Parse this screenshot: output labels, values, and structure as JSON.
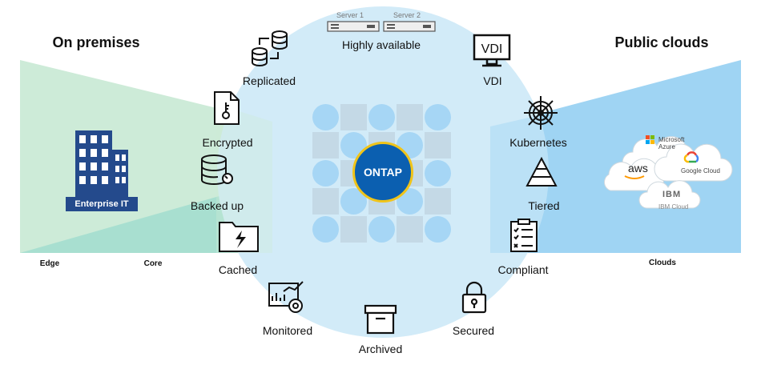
{
  "titles": {
    "on_premises": "On premises",
    "public_clouds": "Public clouds"
  },
  "zones": {
    "edge": "Edge",
    "core": "Core",
    "clouds": "Clouds"
  },
  "center": {
    "label": "ONTAP"
  },
  "enterprise": {
    "label": "Enterprise IT"
  },
  "servers": {
    "server1": "Server 1",
    "server2": "Server 2"
  },
  "features": {
    "highly_available": "Highly available",
    "replicated": "Replicated",
    "vdi": "VDI",
    "vdi_screen": "VDI",
    "encrypted": "Encrypted",
    "kubernetes": "Kubernetes",
    "backed_up": "Backed up",
    "tiered": "Tiered",
    "cached": "Cached",
    "compliant": "Compliant",
    "monitored": "Monitored",
    "secured": "Secured",
    "archived": "Archived"
  },
  "clouds": {
    "microsoft": "Microsoft",
    "azure": "Azure",
    "aws": "aws",
    "google": "Google Cloud",
    "ibm_logo": "IBM",
    "ibm": "IBM Cloud"
  },
  "colors": {
    "circle": "#d2ebf8",
    "left_wedge": "#cdebd8",
    "left_wedge2": "#a8dfd0",
    "right_wedge": "#9fd4f3",
    "ontap": "#0b5fb0",
    "grid_circle": "#a6d6f5",
    "grid_square": "#c4d9e6"
  }
}
